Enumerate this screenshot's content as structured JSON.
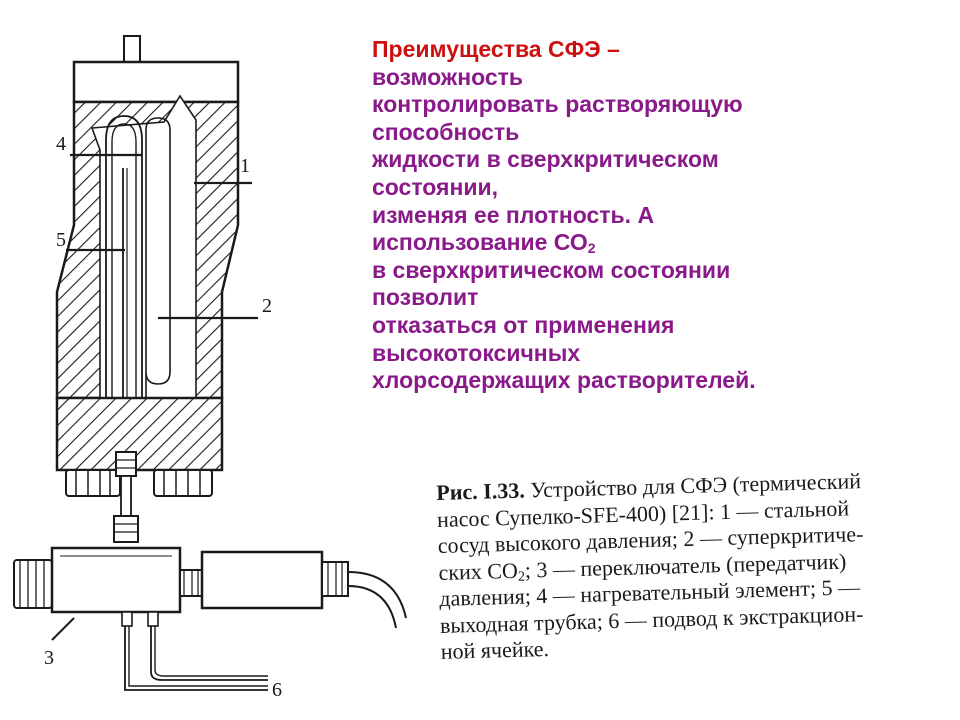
{
  "heading": {
    "line1": "Преимущества СФЭ –",
    "line2": "возможность",
    "line3": "контролировать растворяющую",
    "line4": "способность",
    "line5": "жидкости в сверхкритическом",
    "line6": "состоянии,",
    "line7": "изменяя ее плотность. А",
    "line8_pre": "использование СО",
    "line8_sub": "2",
    "line9": "в сверхкритическом состоянии",
    "line10": "позволит",
    "line11": "отказаться от применения",
    "line12": "высокотоксичных",
    "line13": "хлорсодержащих растворителей."
  },
  "figure": {
    "labels": {
      "l1": "1",
      "l2": "2",
      "l3": "3",
      "l4": "4",
      "l5": "5",
      "l6": "6"
    },
    "caption": {
      "ref": "Рис. I.33.",
      "line1": " Устройство для СФЭ (термический",
      "line2": "насос Супелко-SFE-400) [21]: 1 — стальной",
      "line3": "сосуд высокого давления; 2 — суперкритиче-",
      "line4_pre": "ских СО",
      "line4_sub": "2",
      "line4_post": "; 3 — переключатель (передатчик)",
      "line5": "давления; 4 — нагревательный элемент; 5 —",
      "line6": "выходная трубка; 6 — подвод к экстракцион-",
      "line7": "ной ячейке."
    }
  },
  "colors": {
    "heading_first_line": "#cc1010",
    "heading_text": "#8a1a8a",
    "drawing_ink": "#1a1a1a"
  }
}
